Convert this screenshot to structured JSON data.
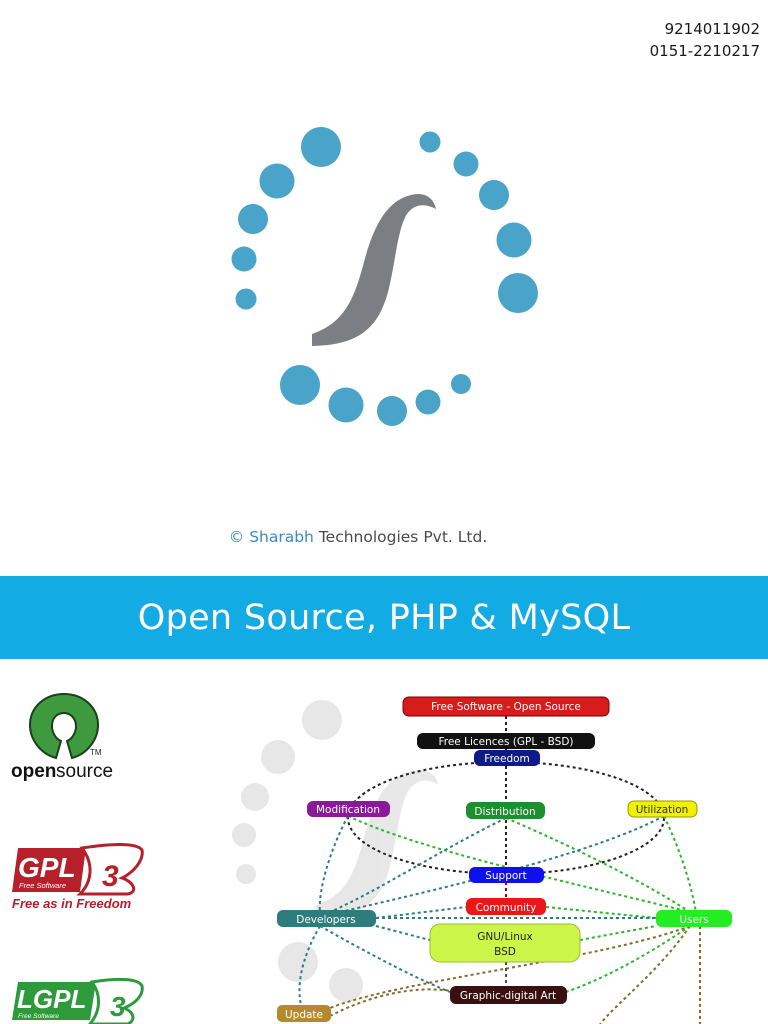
{
  "contact": {
    "phone_1": "9214011902",
    "phone_2": "0151-2210217"
  },
  "footer": {
    "copyright_symbol": "©",
    "brand": "Sharabh",
    "rest": " Technologies Pvt. Ltd."
  },
  "banner": {
    "title": "Open Source, PHP & MySQL"
  },
  "logos": {
    "open_source": {
      "word_1": "open",
      "word_2": "source",
      "tm": "TM"
    },
    "gpl": {
      "mark": "GPL",
      "version": "3",
      "sub": "Free Software",
      "tagline": "Free as in Freedom"
    },
    "lgpl": {
      "mark": "LGPL",
      "version": "3",
      "sub": "Free Software"
    }
  },
  "diagram": {
    "nodes": {
      "free_software": "Free Software - Open Source",
      "licences": "Free Licences (GPL - BSD)",
      "freedom": "Freedom",
      "modification": "Modification",
      "distribution": "Distribution",
      "utilization": "Utilization",
      "support": "Support",
      "community": "Community",
      "developers": "Developers",
      "users": "Users",
      "gnu_linux": "GNU/Linux",
      "bsd": "BSD",
      "graphic_art": "Graphic-digital Art",
      "update": "Update"
    }
  },
  "colors": {
    "banner": "#13abe3",
    "logo_dots": "#4aa3c8",
    "logo_s": "#7b7f83",
    "brand_text": "#3e8ac6"
  }
}
